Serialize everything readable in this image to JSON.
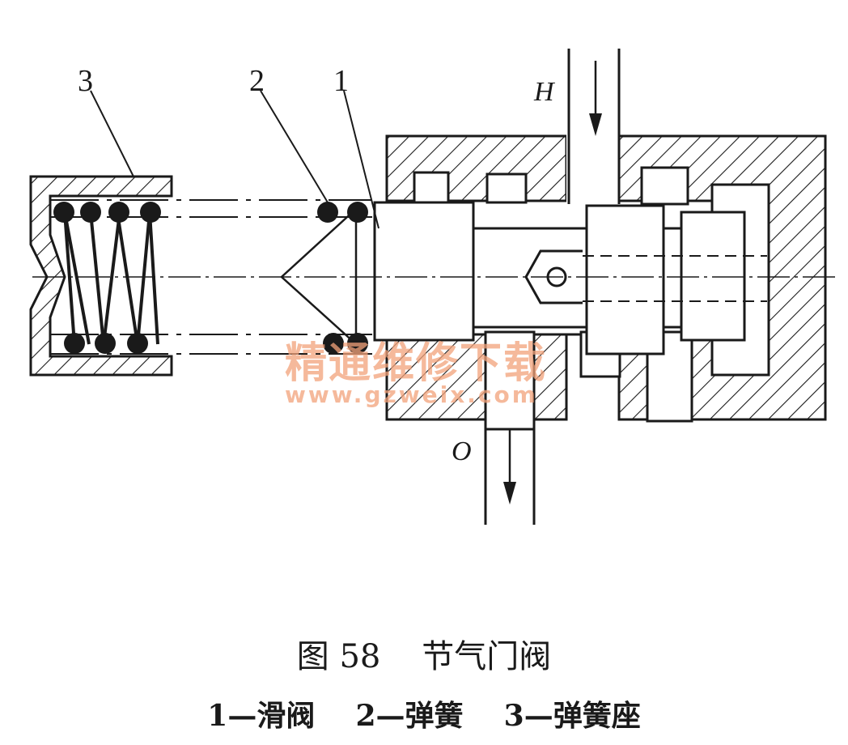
{
  "labels": {
    "part1": "1",
    "part2": "2",
    "part3": "3",
    "inlet": "H",
    "outlet": "O"
  },
  "watermark": {
    "cn": "精通维修下载",
    "url": "www.gzweix.com"
  },
  "caption": {
    "title": "图 58    节气门阀",
    "legend": "1—滑阀    2—弹簧    3—弹簧座"
  },
  "colors": {
    "ink": "#1a1a1a",
    "watermark": "#f2a27a"
  }
}
